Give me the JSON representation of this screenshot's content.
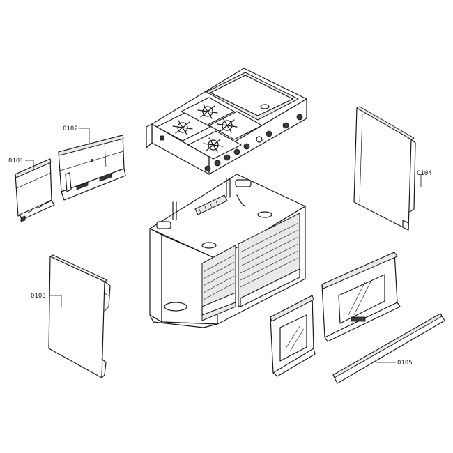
{
  "callouts": [
    {
      "id": "0101",
      "label": "0101"
    },
    {
      "id": "0102",
      "label": "0102"
    },
    {
      "id": "0103",
      "label": "0103"
    },
    {
      "id": "C104",
      "label": "C104"
    },
    {
      "id": "0105",
      "label": "0105"
    }
  ],
  "colors": {
    "ink": "#1a1a1a",
    "paper": "#ffffff",
    "shade": "#e9e9e9"
  }
}
